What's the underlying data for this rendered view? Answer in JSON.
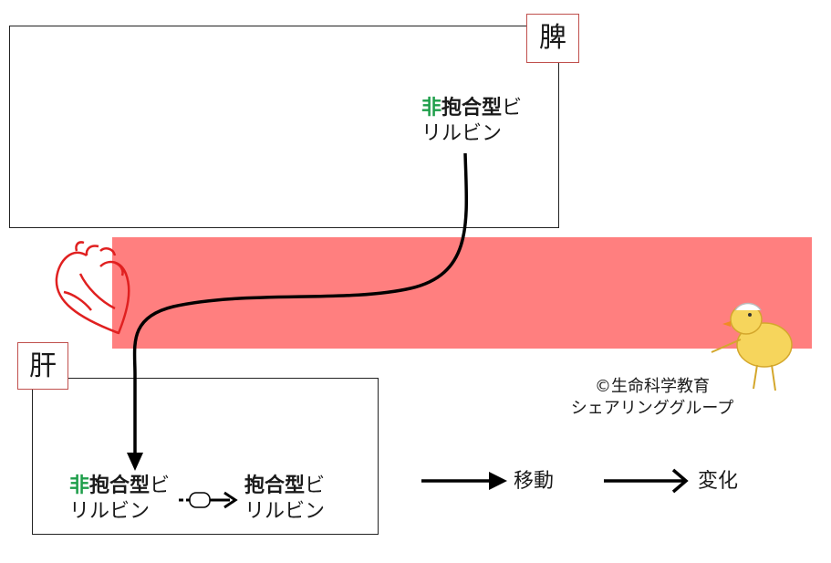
{
  "spleen": {
    "label": "脾"
  },
  "liver": {
    "label": "肝"
  },
  "spleen_term": {
    "prefix": "非",
    "mid": "抱合型",
    "rest1": "ビ",
    "line2": "リルビン"
  },
  "liver_term_left": {
    "prefix": "非",
    "mid": "抱合型",
    "rest1": "ビ",
    "line2": "リルビン"
  },
  "liver_term_right": {
    "mid": "抱合型",
    "rest1": "ビ",
    "line2": "リルビン"
  },
  "legend": {
    "move_label": "移動",
    "change_label": "変化"
  },
  "credit": {
    "line1": "©生命科学教育",
    "line2": "シェアリンググループ"
  },
  "colors": {
    "vessel": "#ff7f7f",
    "label_border": "#c0504d",
    "green": "#1e9e4a",
    "heart": "#e02020",
    "chick": "#f2c94c"
  },
  "icons": [
    "heart-icon",
    "chick-icon",
    "enzyme-icon"
  ]
}
